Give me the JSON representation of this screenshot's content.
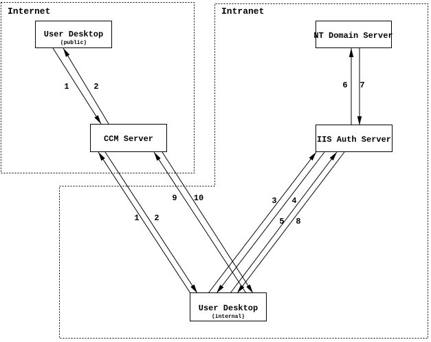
{
  "colors": {
    "ink": "#000000",
    "background": "#ffffff"
  },
  "zones": [
    {
      "id": "internet",
      "label": "Internet"
    },
    {
      "id": "intranet",
      "label": "Intranet"
    }
  ],
  "nodes": [
    {
      "id": "user-desktop-public",
      "title": "User Desktop",
      "subtitle": "(public)"
    },
    {
      "id": "ccm-server",
      "title": "CCM Server"
    },
    {
      "id": "nt-domain-server",
      "title": "NT Domain Server"
    },
    {
      "id": "iis-auth-server",
      "title": "IIS Auth Server"
    },
    {
      "id": "user-desktop-internal",
      "title": "User Desktop",
      "subtitle": "(internal)"
    }
  ],
  "flows": [
    {
      "id": "public-desktop-to-ccm",
      "label": "1"
    },
    {
      "id": "ccm-to-public-desktop",
      "label": "2"
    },
    {
      "id": "internal-desktop-to-ccm",
      "label": "1"
    },
    {
      "id": "ccm-to-internal-desktop",
      "label": "2"
    },
    {
      "id": "internal-desktop-to-iis",
      "label": "3"
    },
    {
      "id": "iis-to-internal-desktop",
      "label": "4"
    },
    {
      "id": "internal-desktop-to-iis-2",
      "label": "5"
    },
    {
      "id": "iis-to-nt-domain",
      "label": "6"
    },
    {
      "id": "nt-domain-to-iis",
      "label": "7"
    },
    {
      "id": "iis-to-internal-desktop-2",
      "label": "8"
    },
    {
      "id": "internal-desktop-to-ccm-2",
      "label": "9"
    },
    {
      "id": "ccm-to-internal-desktop-2",
      "label": "10"
    }
  ]
}
